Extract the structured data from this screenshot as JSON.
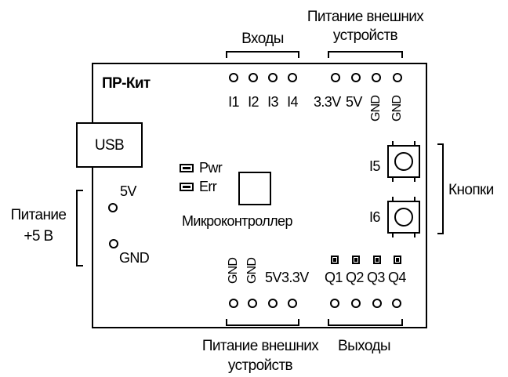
{
  "board": {
    "name": "ПР-Кит"
  },
  "groups": {
    "inputs": "Входы",
    "ext_power_top": [
      "Питание внешних",
      "устройств"
    ],
    "buttons": "Кнопки",
    "supply": [
      "Питание",
      "+5 В"
    ],
    "ext_power_bottom": [
      "Питание внешних",
      "устройств"
    ],
    "outputs": "Выходы"
  },
  "usb": "USB",
  "indicators": {
    "pwr": "Pwr",
    "err": "Err"
  },
  "mcu": "Микроконтроллер",
  "top_pins": {
    "inputs": [
      "I1",
      "I2",
      "I3",
      "I4"
    ],
    "power": [
      "3.3V",
      "5V",
      "GND",
      "GND"
    ]
  },
  "bottom_pins": {
    "power": [
      "GND",
      "GND",
      "5V",
      "3.3V"
    ],
    "outputs": [
      "Q1",
      "Q2",
      "Q3",
      "Q4"
    ]
  },
  "buttons": [
    "I5",
    "I6"
  ],
  "supply_pins": [
    "5V",
    "GND"
  ],
  "colors": {
    "stroke": "#000000",
    "background": "#ffffff"
  }
}
